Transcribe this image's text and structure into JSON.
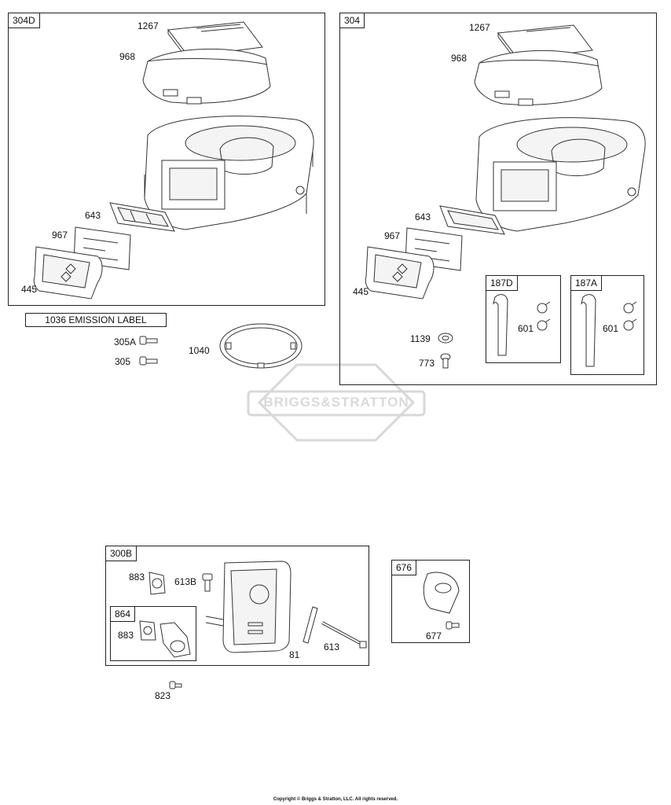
{
  "brand": "BRIGGS&STRATTON",
  "copyright": "Copyright © Briggs & Stratton, LLC. All rights reserved.",
  "emission_label": "1036 EMISSION LABEL",
  "groups": {
    "g304D": {
      "tag": "304D",
      "labels": {
        "p1267": "1267",
        "p968": "968",
        "p643": "643",
        "p967": "967",
        "p445": "445"
      }
    },
    "g304": {
      "tag": "304",
      "labels": {
        "p1267": "1267",
        "p968": "968",
        "p643": "643",
        "p967": "967",
        "p445": "445",
        "p1139": "1139",
        "p773": "773"
      }
    },
    "g187D": {
      "tag": "187D",
      "labels": {
        "p601": "601"
      }
    },
    "g187A": {
      "tag": "187A",
      "labels": {
        "p601": "601"
      }
    },
    "g300B": {
      "tag": "300B",
      "labels": {
        "p883": "883",
        "p613B": "613B",
        "p81": "81",
        "p613": "613"
      }
    },
    "g864": {
      "tag": "864",
      "labels": {
        "p883": "883"
      }
    },
    "g676": {
      "tag": "676",
      "labels": {
        "p677": "677"
      }
    }
  },
  "loose": {
    "p305A": "305A",
    "p305": "305",
    "p1040": "1040",
    "p823": "823"
  },
  "colors": {
    "line": "#333333",
    "watermark": "#d8d8d8"
  }
}
